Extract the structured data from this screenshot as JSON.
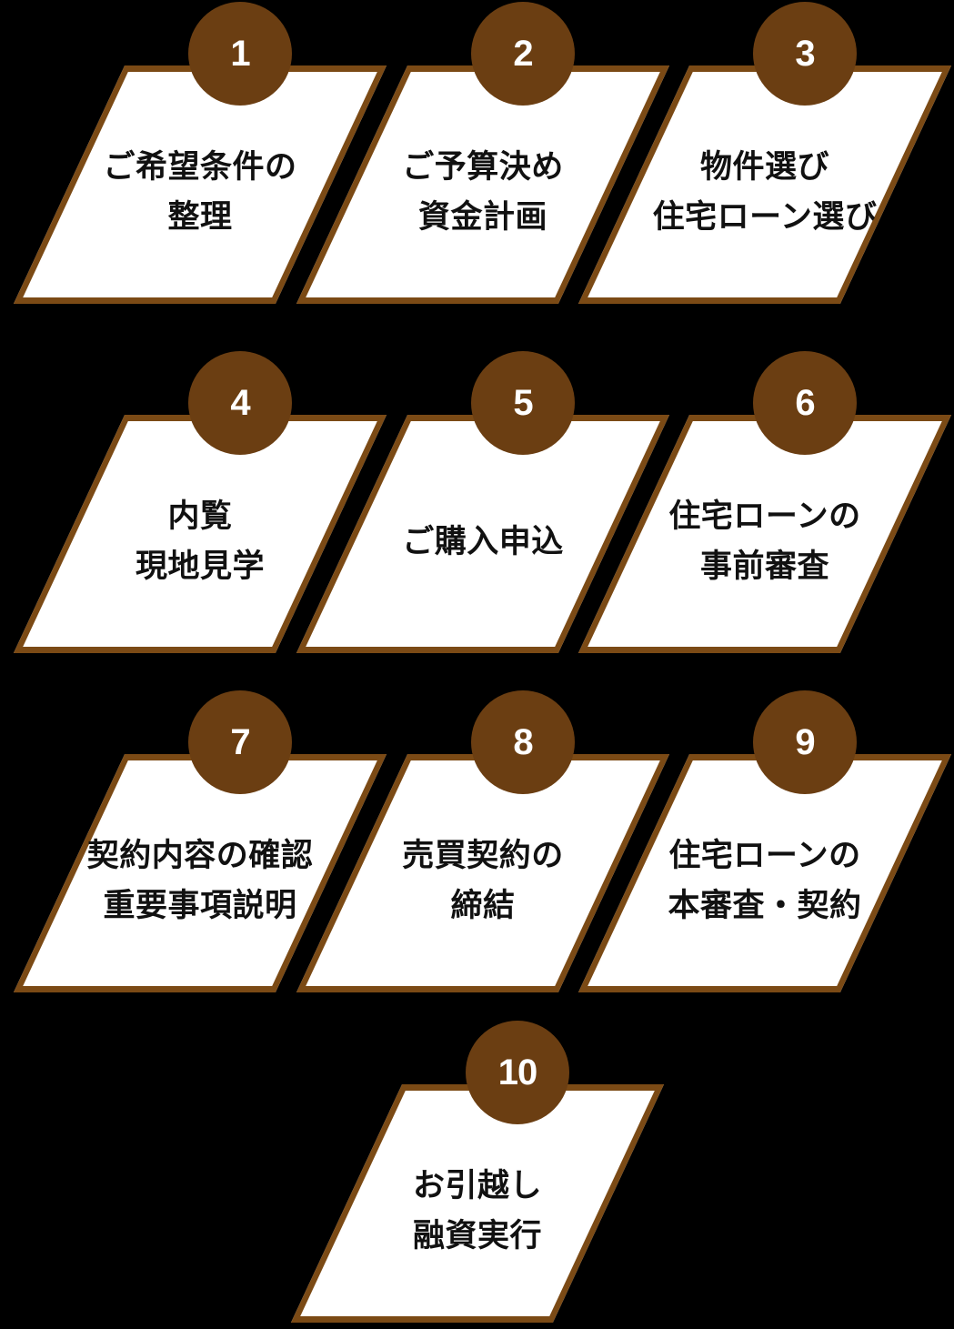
{
  "diagram": {
    "kind": "step-flow",
    "step_count": 10
  },
  "colors": {
    "background": "#000000",
    "card_background": "#ffffff",
    "card_border": "#7b4a15",
    "number_circle": "#6b3e12",
    "number_text": "#ffffff",
    "label_text": "#111111"
  },
  "steps": [
    {
      "number": "1",
      "row": 0,
      "col": 0,
      "lines": [
        "ご希望条件の",
        "整理"
      ]
    },
    {
      "number": "2",
      "row": 0,
      "col": 1,
      "lines": [
        "ご予算決め",
        "資金計画"
      ]
    },
    {
      "number": "3",
      "row": 0,
      "col": 2,
      "lines": [
        "物件選び",
        "住宅ローン選び"
      ]
    },
    {
      "number": "4",
      "row": 1,
      "col": 0,
      "lines": [
        "内覧",
        "現地見学"
      ]
    },
    {
      "number": "5",
      "row": 1,
      "col": 1,
      "lines": [
        "ご購入申込"
      ]
    },
    {
      "number": "6",
      "row": 1,
      "col": 2,
      "lines": [
        "住宅ローンの",
        "事前審査"
      ]
    },
    {
      "number": "7",
      "row": 2,
      "col": 0,
      "lines": [
        "契約内容の確認",
        "重要事項説明"
      ]
    },
    {
      "number": "8",
      "row": 2,
      "col": 1,
      "lines": [
        "売買契約の",
        "締結"
      ]
    },
    {
      "number": "9",
      "row": 2,
      "col": 2,
      "lines": [
        "住宅ローンの",
        "本審査・契約"
      ]
    },
    {
      "number": "10",
      "row": 3,
      "col": 1,
      "lines": [
        "お引越し",
        "融資実行"
      ]
    }
  ]
}
